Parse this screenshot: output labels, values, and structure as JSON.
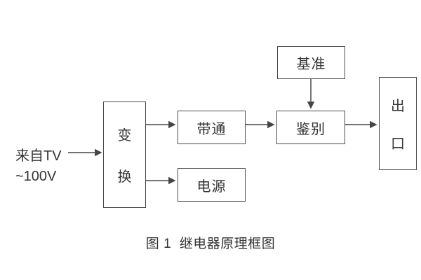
{
  "diagram": {
    "caption": "图 1  继电器原理框图",
    "source_label": {
      "line1": "来自TV",
      "line2": "~100V"
    },
    "blocks": {
      "transform": {
        "label": "变换",
        "chars": [
          "变",
          "换"
        ]
      },
      "bandpass": {
        "label": "带通"
      },
      "power": {
        "label": "电源"
      },
      "reference": {
        "label": "基准"
      },
      "discriminator": {
        "label": "鉴别"
      },
      "outlet": {
        "label": "出口",
        "chars": [
          "出",
          "口"
        ]
      }
    },
    "colors": {
      "line": "#454545",
      "border": "#4a4a4a",
      "text": "#333333",
      "background": "#ffffff"
    }
  }
}
